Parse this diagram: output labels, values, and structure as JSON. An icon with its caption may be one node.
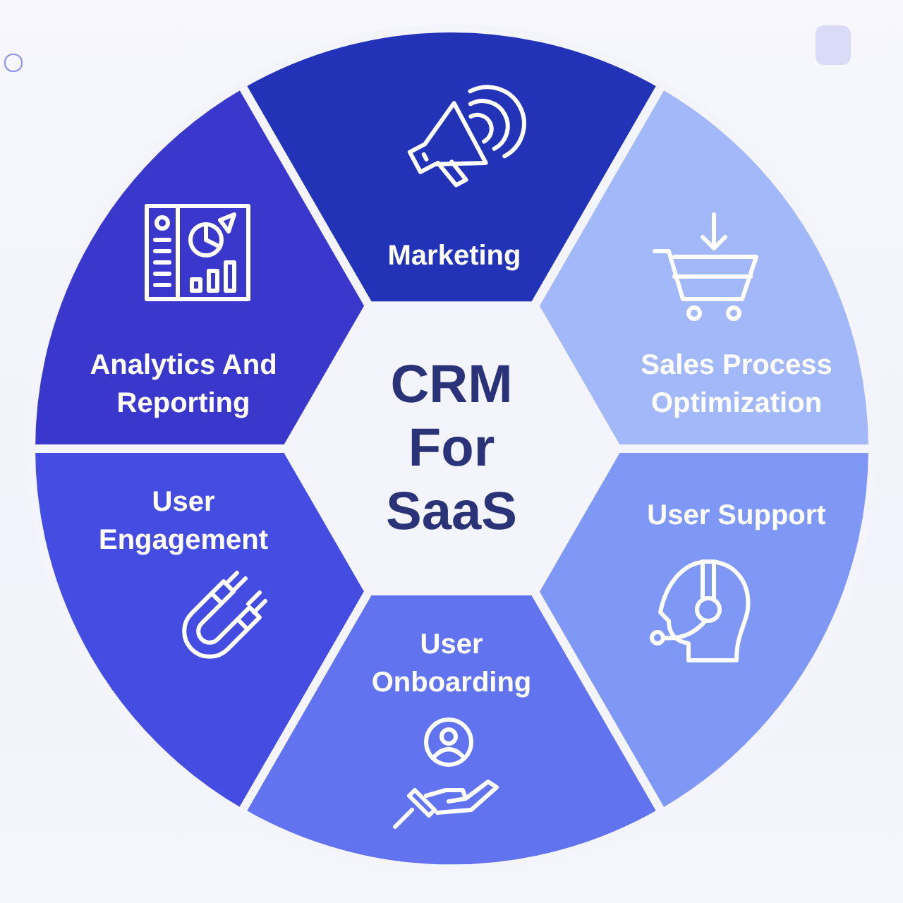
{
  "diagram": {
    "nodes": [
      {
        "text": [
          "Marketing"
        ]
      },
      {
        "text": [
          "Analytics And Reporting"
        ]
      },
      {
        "text": [
          "CRM For SaaS"
        ]
      },
      {
        "text": [
          "Sales Process Optimization"
        ]
      },
      {
        "text": [
          "User Engagement"
        ]
      },
      {
        "text": [
          "User Support"
        ]
      },
      {
        "text": [
          "User Onboarding"
        ]
      }
    ]
  }
}
